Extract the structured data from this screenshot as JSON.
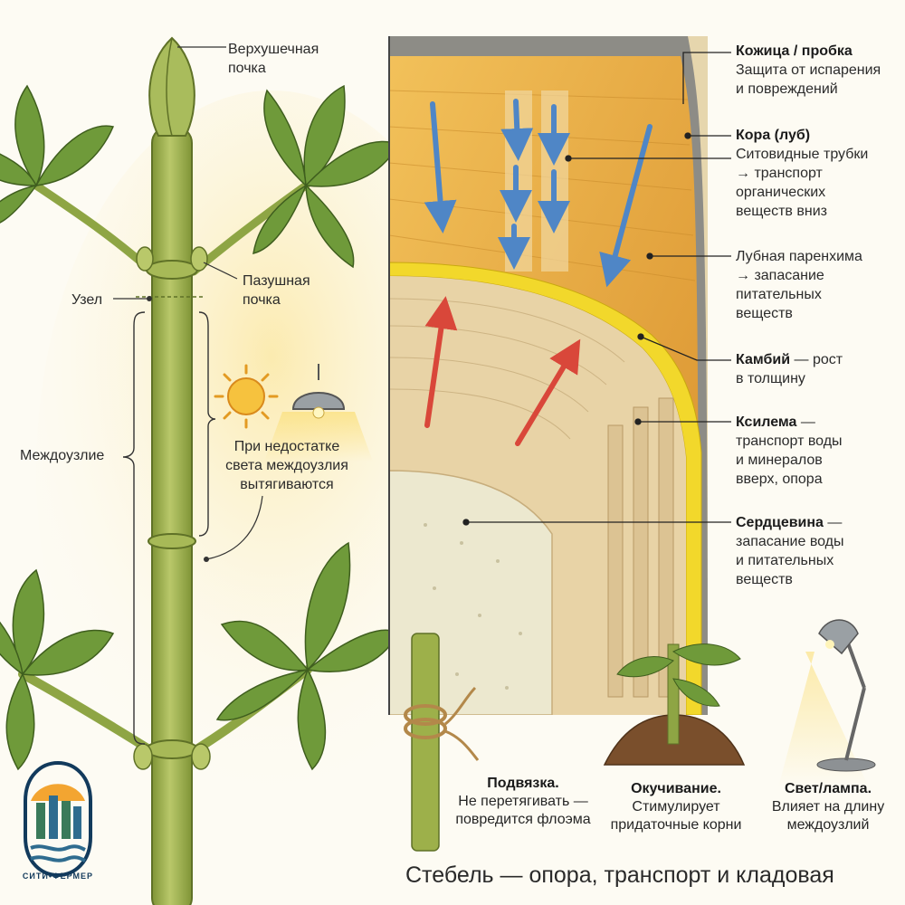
{
  "title": "Стебель — опора, транспорт и кладовая",
  "brand": "СИТИ•ФЕРМЕР",
  "left_labels": {
    "apical_bud": [
      "Верхушечная",
      "почка"
    ],
    "axillary_bud": [
      "Пазушная",
      "почка"
    ],
    "node": "Узел",
    "internode": "Междоузлие",
    "light_note": [
      "При недостатке",
      "света междоузлия",
      "вытягиваются"
    ]
  },
  "layers": [
    {
      "title": "Кожица / пробка",
      "dash": "",
      "lines": [
        "Защита от испарения",
        "и повреждений"
      ]
    },
    {
      "title": "Кора (луб)",
      "dash": "",
      "lines": [
        "Ситовидные трубки",
        "→ транспорт",
        "органических",
        "веществ вниз"
      ]
    },
    {
      "title": "",
      "dash": "",
      "lines": [
        "Лубная паренхима",
        "→ запасание",
        "питательных",
        "веществ"
      ]
    },
    {
      "title": "Камбий",
      "dash": " — рост",
      "lines": [
        "в толщину"
      ]
    },
    {
      "title": "Ксилема",
      "dash": " —",
      "lines": [
        "транспорт воды",
        "и минералов",
        "вверх, опора"
      ]
    },
    {
      "title": "Сердцевина",
      "dash": " —",
      "lines": [
        "запасание воды",
        "и питательных",
        "веществ"
      ]
    }
  ],
  "tips": [
    {
      "title": "Подвязка.",
      "lines": [
        "Не перетягивать —",
        "повредится флоэма"
      ]
    },
    {
      "title": "Окучивание.",
      "lines": [
        "Стимулирует",
        "придаточные корни"
      ]
    },
    {
      "title": "Свет/лампа.",
      "lines": [
        "Влияет на длину",
        "междоузлий"
      ]
    }
  ],
  "colors": {
    "stem": "#9db04a",
    "leaf": "#6f9a3a",
    "bark": "#e3a33c",
    "cambium": "#f2d82b",
    "xylem": "#e8d3a6",
    "pith": "#ece8cf",
    "arrow_down": "#4f86c6",
    "arrow_up": "#d9473a",
    "brand": "#123a5c"
  }
}
